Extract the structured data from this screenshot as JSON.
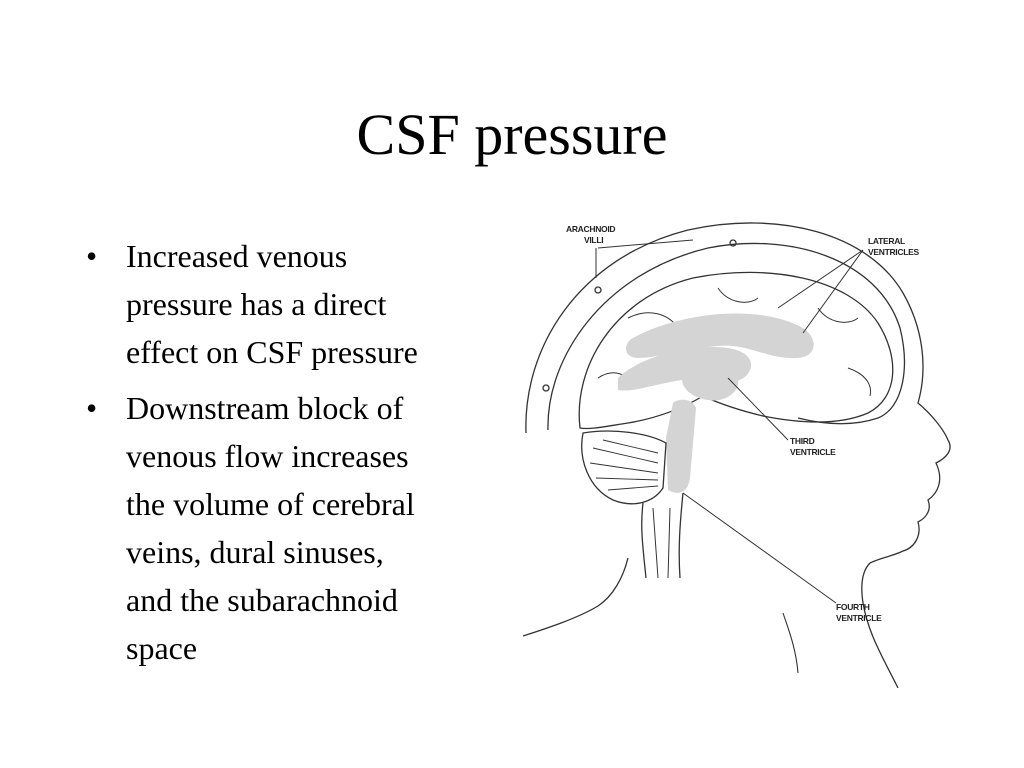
{
  "slide": {
    "title": "CSF pressure",
    "bullets": [
      {
        "marker": "•",
        "lines": [
          "Increased venous",
          "pressure has a direct",
          "effect on CSF pressure"
        ]
      },
      {
        "marker": "•",
        "lines": [
          "Downstream block of",
          "venous flow increases",
          "the volume of cerebral",
          "veins, dural sinuses,",
          "and the subarachnoid",
          "space"
        ]
      }
    ]
  },
  "diagram": {
    "labels": {
      "arachnoid_villi_1": "ARACHNOID",
      "arachnoid_villi_2": "VILLI",
      "lateral_ventricles_1": "LATERAL",
      "lateral_ventricles_2": "VENTRICLES",
      "third_ventricle_1": "THIRD",
      "third_ventricle_2": "VENTRICLE",
      "fourth_ventricle_1": "FOURTH",
      "fourth_ventricle_2": "VENTRICLE"
    },
    "colors": {
      "outline": "#333333",
      "ventricle_fill": "#d4d4d4"
    }
  }
}
